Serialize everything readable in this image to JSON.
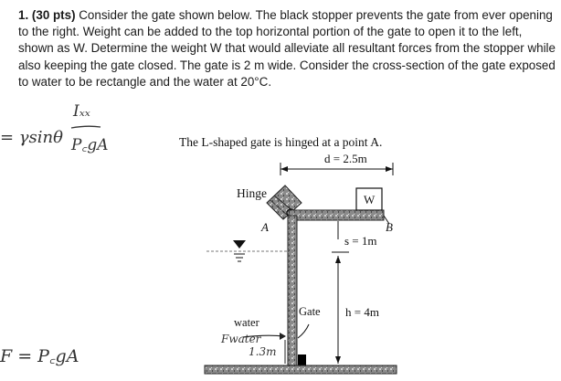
{
  "problem": {
    "number": "1.",
    "points": "(30 pts)",
    "text": "Consider the gate shown below. The black stopper prevents the gate from ever opening to the right. Weight can be added to the top horizontal portion of the gate to open it to the left, shown as W. Determine the weight W that would alleviate all resultant forces from the stopper while also keeping the gate closed. The gate is 2 m wide. Consider the cross-section of the gate exposed to water to be rectangle and the water at 20°C."
  },
  "handwriting": {
    "formula_left": "= γsinθ",
    "fraction_top": "Iₓₓ",
    "fraction_bottom": "P꜀gA",
    "force_formula": "F = P꜀gA",
    "water_force": "Fwater",
    "depth_note": "1.3m"
  },
  "figure": {
    "caption": "The L-shaped gate is hinged at a point A.",
    "d_label": "d = 2.5m",
    "hinge_label": "Hinge",
    "a_label": "A",
    "w_label": "W",
    "b_label": "B",
    "s_label": "s = 1m",
    "gate_label": "Gate",
    "h_label": "h = 4m",
    "water_label": "water"
  }
}
